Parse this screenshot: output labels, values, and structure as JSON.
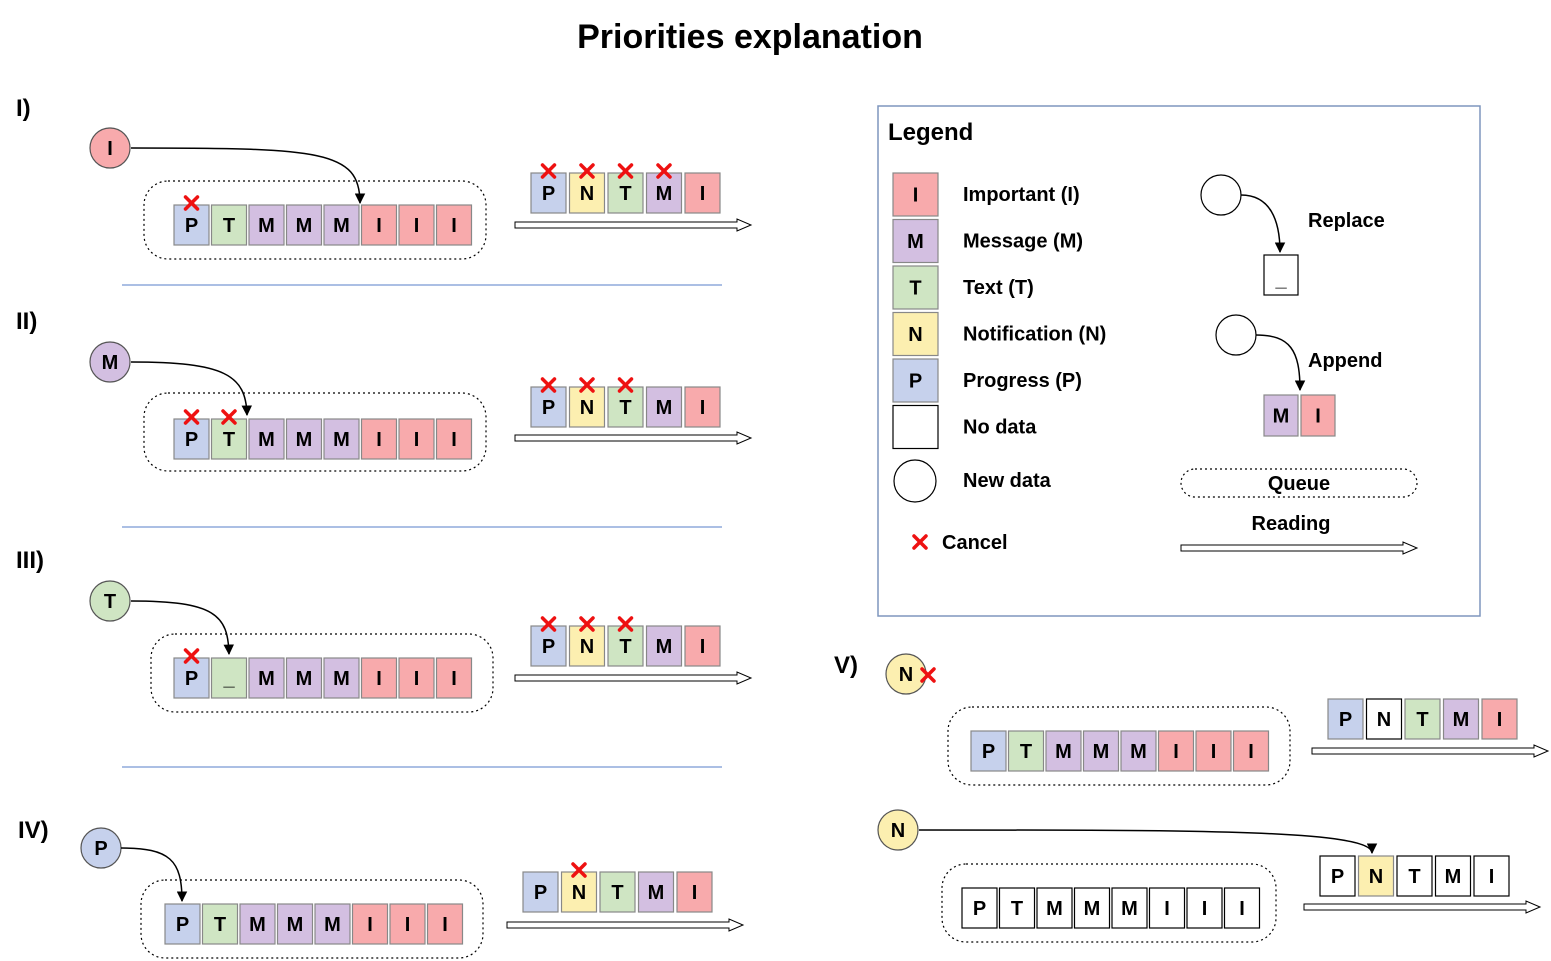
{
  "title": "Priorities explanation",
  "colors": {
    "I": "#f8aaac",
    "M": "#d3bfe1",
    "T": "#cfe5c3",
    "N": "#fcefb0",
    "P": "#c6d1ec",
    "none": "#ffffff",
    "stroke": "#888888",
    "cancel": "#ee1111",
    "divider": "#8faadc",
    "legend_border": "#7f95bd"
  },
  "sections": [
    {
      "label": "I)",
      "new": "I",
      "queue": [
        "P",
        "T",
        "M",
        "M",
        "M",
        "I",
        "I",
        "I"
      ],
      "queue_cancel": [
        0
      ],
      "read": [
        "P",
        "N",
        "T",
        "M",
        "I"
      ],
      "read_cancel": [
        0,
        1,
        2,
        3
      ]
    },
    {
      "label": "II)",
      "new": "M",
      "queue": [
        "P",
        "T",
        "M",
        "M",
        "M",
        "I",
        "I",
        "I"
      ],
      "queue_cancel": [
        0,
        1
      ],
      "read": [
        "P",
        "N",
        "T",
        "M",
        "I"
      ],
      "read_cancel": [
        0,
        1,
        2
      ]
    },
    {
      "label": "III)",
      "new": "T",
      "queue": [
        "P",
        "_",
        "M",
        "M",
        "M",
        "I",
        "I",
        "I"
      ],
      "queue_cancel": [
        0
      ],
      "read": [
        "P",
        "N",
        "T",
        "M",
        "I"
      ],
      "read_cancel": [
        0,
        1,
        2
      ]
    },
    {
      "label": "IV)",
      "new": "P",
      "queue": [
        "P",
        "T",
        "M",
        "M",
        "M",
        "I",
        "I",
        "I"
      ],
      "queue_cancel": [],
      "read": [
        "P",
        "N",
        "T",
        "M",
        "I"
      ],
      "read_cancel": [
        1
      ]
    },
    {
      "label": "V)",
      "new": "N",
      "new_cancel": true,
      "queue": [
        "P",
        "T",
        "M",
        "M",
        "M",
        "I",
        "I",
        "I"
      ],
      "queue_cancel": [],
      "read": [
        "P",
        "N",
        "T",
        "M",
        "I"
      ],
      "read_colors": [
        "P",
        "none",
        "T",
        "M",
        "I"
      ],
      "read_cancel": []
    },
    {
      "label": "",
      "new": "N",
      "queue": [
        "P",
        "T",
        "M",
        "M",
        "M",
        "I",
        "I",
        "I"
      ],
      "queue_colors": [
        "none",
        "none",
        "none",
        "none",
        "none",
        "none",
        "none",
        "none"
      ],
      "queue_cancel": [],
      "read": [
        "P",
        "N",
        "T",
        "M",
        "I"
      ],
      "read_colors": [
        "none",
        "N",
        "none",
        "none",
        "none"
      ],
      "read_cancel": []
    }
  ],
  "legend": {
    "title": "Legend",
    "items": [
      {
        "key": "I",
        "label": "Important (I)"
      },
      {
        "key": "M",
        "label": "Message (M)"
      },
      {
        "key": "T",
        "label": "Text (T)"
      },
      {
        "key": "N",
        "label": "Notification (N)"
      },
      {
        "key": "P",
        "label": "Progress (P)"
      },
      {
        "key": "none",
        "label": "No data"
      }
    ],
    "new_data": "New data",
    "cancel": "Cancel",
    "replace": "Replace",
    "replace_cell": "_",
    "append": "Append",
    "append_cells": [
      "M",
      "I"
    ],
    "queue": "Queue",
    "reading": "Reading"
  }
}
